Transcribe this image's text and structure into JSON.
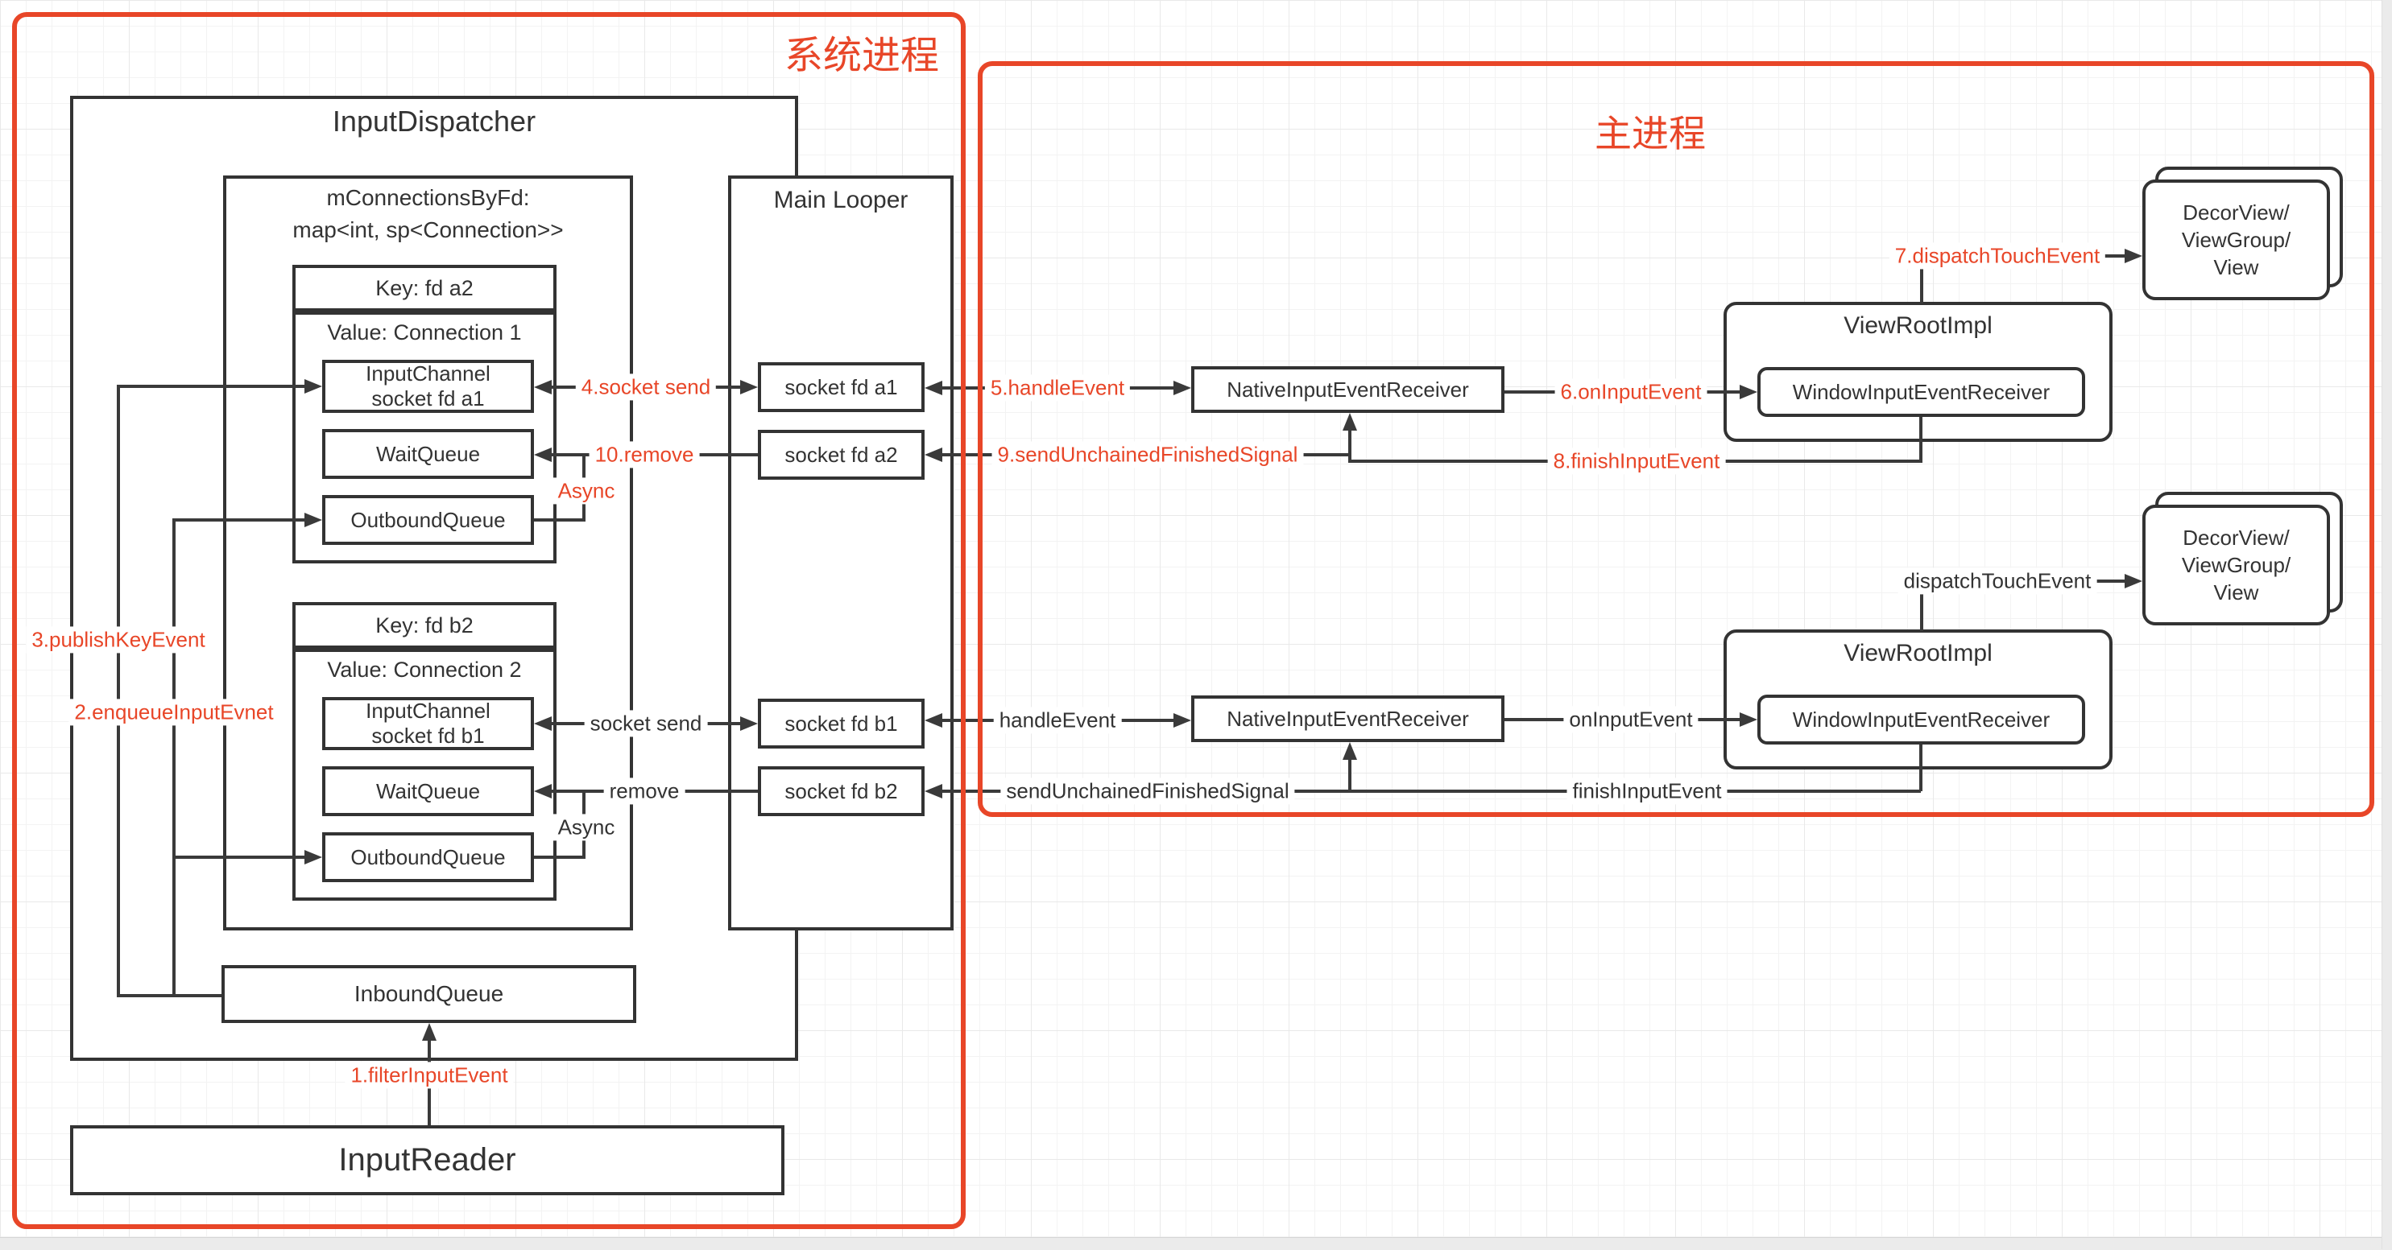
{
  "colors": {
    "accent": "#e84628",
    "line": "#3a3a3a",
    "text": "#333333"
  },
  "groups": {
    "system_process": {
      "label": "系统进程"
    },
    "main_process": {
      "label": "主进程"
    }
  },
  "system": {
    "input_dispatcher": {
      "title": "InputDispatcher"
    },
    "connections_map": {
      "title_line1": "mConnectionsByFd:",
      "title_line2": "map<int, sp<Connection>>"
    },
    "main_looper": {
      "title": "Main Looper"
    },
    "connection1": {
      "key": "Key: fd a2",
      "value": "Value: Connection 1",
      "input_channel_line1": "InputChannel",
      "input_channel_line2": "socket fd a1",
      "wait_queue": "WaitQueue",
      "outbound_queue": "OutboundQueue"
    },
    "connection2": {
      "key": "Key: fd b2",
      "value": "Value: Connection 2",
      "input_channel_line1": "InputChannel",
      "input_channel_line2": "socket fd b1",
      "wait_queue": "WaitQueue",
      "outbound_queue": "OutboundQueue"
    },
    "sockets": {
      "a1": "socket fd a1",
      "a2": "socket fd a2",
      "b1": "socket fd b1",
      "b2": "socket fd b2"
    },
    "inbound_queue": "InboundQueue",
    "input_reader": "InputReader"
  },
  "main": {
    "receiver1": "NativeInputEventReceiver",
    "receiver2": "NativeInputEventReceiver",
    "view_root1": {
      "title": "ViewRootImpl",
      "inner": "WindowInputEventReceiver"
    },
    "view_root2": {
      "title": "ViewRootImpl",
      "inner": "WindowInputEventReceiver"
    },
    "decor1": {
      "line1": "DecorView/",
      "line2": "ViewGroup/",
      "line3": "View"
    },
    "decor2": {
      "line1": "DecorView/",
      "line2": "ViewGroup/",
      "line3": "View"
    }
  },
  "edge_labels": {
    "filter_input_event": "1.filterInputEvent",
    "enqueue_input_event": "2.enqueueInputEvnet",
    "publish_key_event": "3.publishKeyEvent",
    "socket_send_1": "4.socket send",
    "handle_event_1": "5.handleEvent",
    "on_input_event_1": "6.onInputEvent",
    "dispatch_touch_event_1": "7.dispatchTouchEvent",
    "finish_input_event_1": "8.finishInputEvent",
    "send_unchained_1": "9.sendUnchainedFinishedSignal",
    "remove_1": "10.remove",
    "async_1": "Async",
    "socket_send_2": "socket send",
    "handle_event_2": "handleEvent",
    "on_input_event_2": "onInputEvent",
    "dispatch_touch_event_2": "dispatchTouchEvent",
    "finish_input_event_2": "finishInputEvent",
    "send_unchained_2": "sendUnchainedFinishedSignal",
    "remove_2": "remove",
    "async_2": "Async"
  }
}
